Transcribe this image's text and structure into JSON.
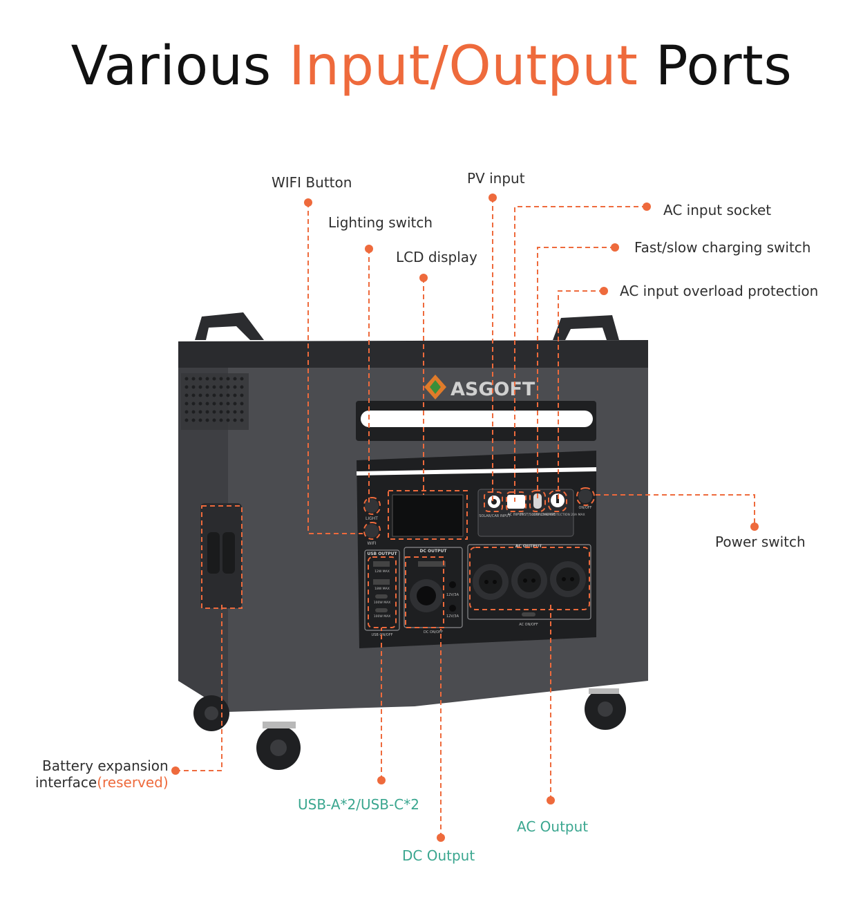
{
  "title": {
    "part1": "Various ",
    "accent": "Input/Output",
    "part2": " Ports"
  },
  "brand": {
    "name": "ASGOFT"
  },
  "labels": {
    "wifi": "WIFI Button",
    "lighting": "Lighting switch",
    "lcd": "LCD display",
    "pv": "PV input",
    "ac_input": "AC input socket",
    "fast_slow": "Fast/slow charging switch",
    "overload": "AC input overload protection",
    "power": "Power switch",
    "battery_line1": "Battery expansion",
    "battery_line2_main": "interface",
    "battery_line2_accent": "(reserved)",
    "usb": "USB-A*2/USB-C*2",
    "dc": "DC Output",
    "ac_output": "AC Output"
  },
  "panel": {
    "usb_output": "USB OUTPUT",
    "dc_output": "DC OUTPUT",
    "ac_output": "AC OUTPUT",
    "usb_on_off": "USB ON/OFF",
    "dc_on_off": "DC ON/OFF",
    "ac_on_off": "AC ON/OFF",
    "light": "LIGHT",
    "wifi": "WIFI",
    "onoff": "ON/OFF",
    "solar_car_input": "SOLAR/CAR INPUT",
    "ac_input": "AC INPUT",
    "fast_slow_charge": "FAST/SLOW CHARGE",
    "overload_protection": "OVERLOAD PROTECTION 20A MAX",
    "usb_ports": [
      "12W MAX",
      "18W MAX",
      "100W MAX",
      "100W MAX"
    ],
    "dc_ports": [
      "12V/3A",
      "12V/3A"
    ]
  },
  "colors": {
    "accent": "#ee6a3c",
    "teal": "#3aa68f",
    "body": "#4a4b4f",
    "dark": "#2a2b2e"
  }
}
